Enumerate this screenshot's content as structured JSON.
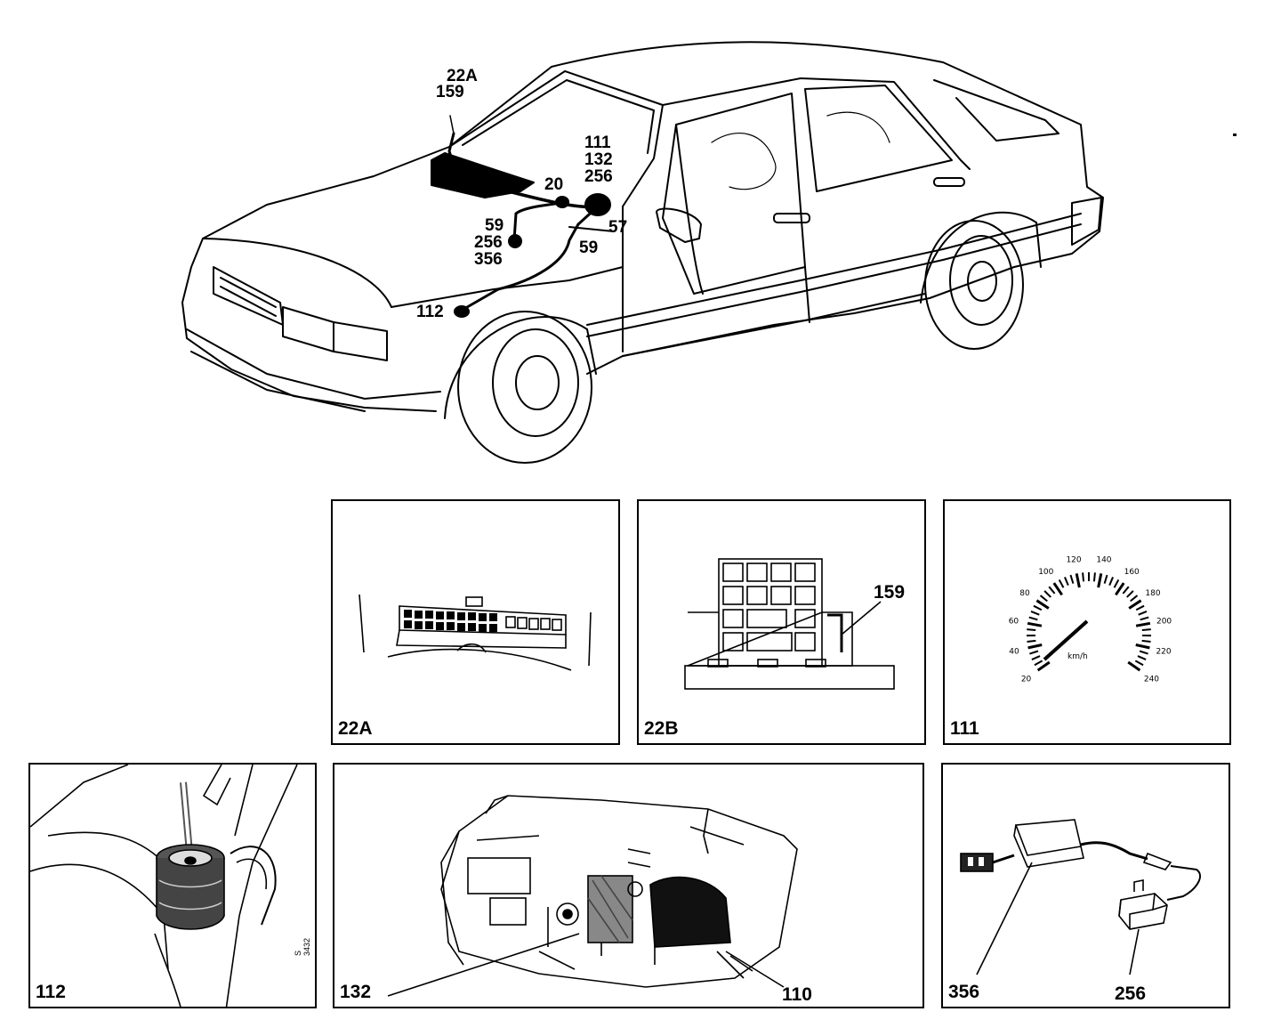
{
  "overview": {
    "callouts": {
      "c22a": "22A",
      "c159": "159",
      "c111": "111",
      "c132": "132",
      "c256a": "256",
      "c20": "20",
      "c59a": "59",
      "c256b": "256",
      "c356": "356",
      "c57": "57",
      "c59b": "59",
      "c112": "112"
    }
  },
  "panels": {
    "p22a": {
      "label": "22A"
    },
    "p22b": {
      "label": "22B",
      "callout": "159"
    },
    "p111": {
      "label": "111",
      "speedo_ticks": [
        "20",
        "40",
        "60",
        "80",
        "100",
        "120",
        "140",
        "160",
        "180",
        "200",
        "220",
        "240"
      ],
      "unit": "km/h"
    },
    "p112": {
      "label": "112",
      "code": "S 3432"
    },
    "p132": {
      "label": "132",
      "callout": "110"
    },
    "p356": {
      "label": "356",
      "callout": "256"
    }
  },
  "colors": {
    "ink": "#000000",
    "paper": "#ffffff",
    "shade": "#7a7a7a"
  }
}
